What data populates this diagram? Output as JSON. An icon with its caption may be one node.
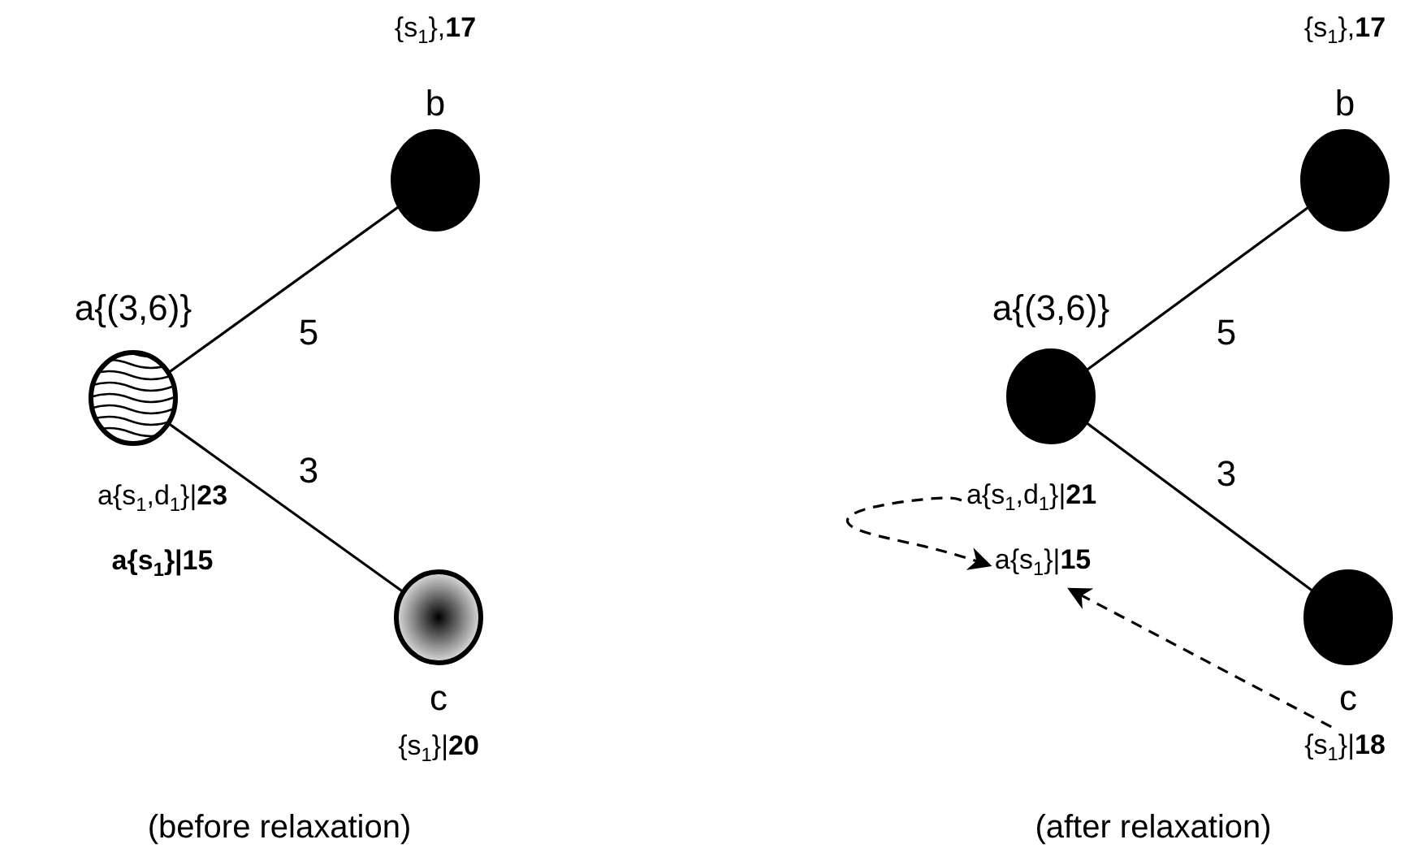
{
  "diagram": {
    "nodes": [
      {
        "text": [
          "a{(3,6)}"
        ],
        "beside": [
          "a{s$_{1}$,d$_{1}$}|**23**",
          "a{s$_{1}$}|15"
        ]
      },
      {
        "text": [
          "b"
        ],
        "beside": [
          "{s$_{1}$},**17**"
        ]
      },
      {
        "text": [
          "c"
        ],
        "beside": [
          "{s$_{1}$}|**20**"
        ]
      },
      {
        "text": [
          "a{(3,6)}"
        ]
      },
      {
        "text": [
          "b"
        ],
        "beside": [
          "{s$_{1}$},**17**"
        ]
      },
      {
        "text": [
          "c"
        ]
      },
      {
        "text": [
          "a{s$_{1}$,d$_{1}$}|**21**"
        ]
      },
      {
        "text": [
          "a{s$_{1}$}|**15**"
        ]
      },
      {
        "text": [
          "{s$_{1}$}|**18**"
        ]
      }
    ],
    "edges": [
      {
        "from": 0,
        "to": 1,
        "arrow": "none",
        "label": "5"
      },
      {
        "from": 0,
        "to": 2,
        "arrow": "none",
        "label": "3"
      },
      {
        "from": 3,
        "to": 4,
        "arrow": "none",
        "label": "5"
      },
      {
        "from": 3,
        "to": 5,
        "arrow": "none",
        "label": "3"
      },
      {
        "from": 6,
        "to": 7,
        "arrow": "to",
        "style": "dashed"
      },
      {
        "from": 8,
        "to": 7,
        "arrow": "to",
        "style": "dashed"
      }
    ],
    "labels": [
      "(before relaxation)",
      "(after relaxation)"
    ]
  }
}
